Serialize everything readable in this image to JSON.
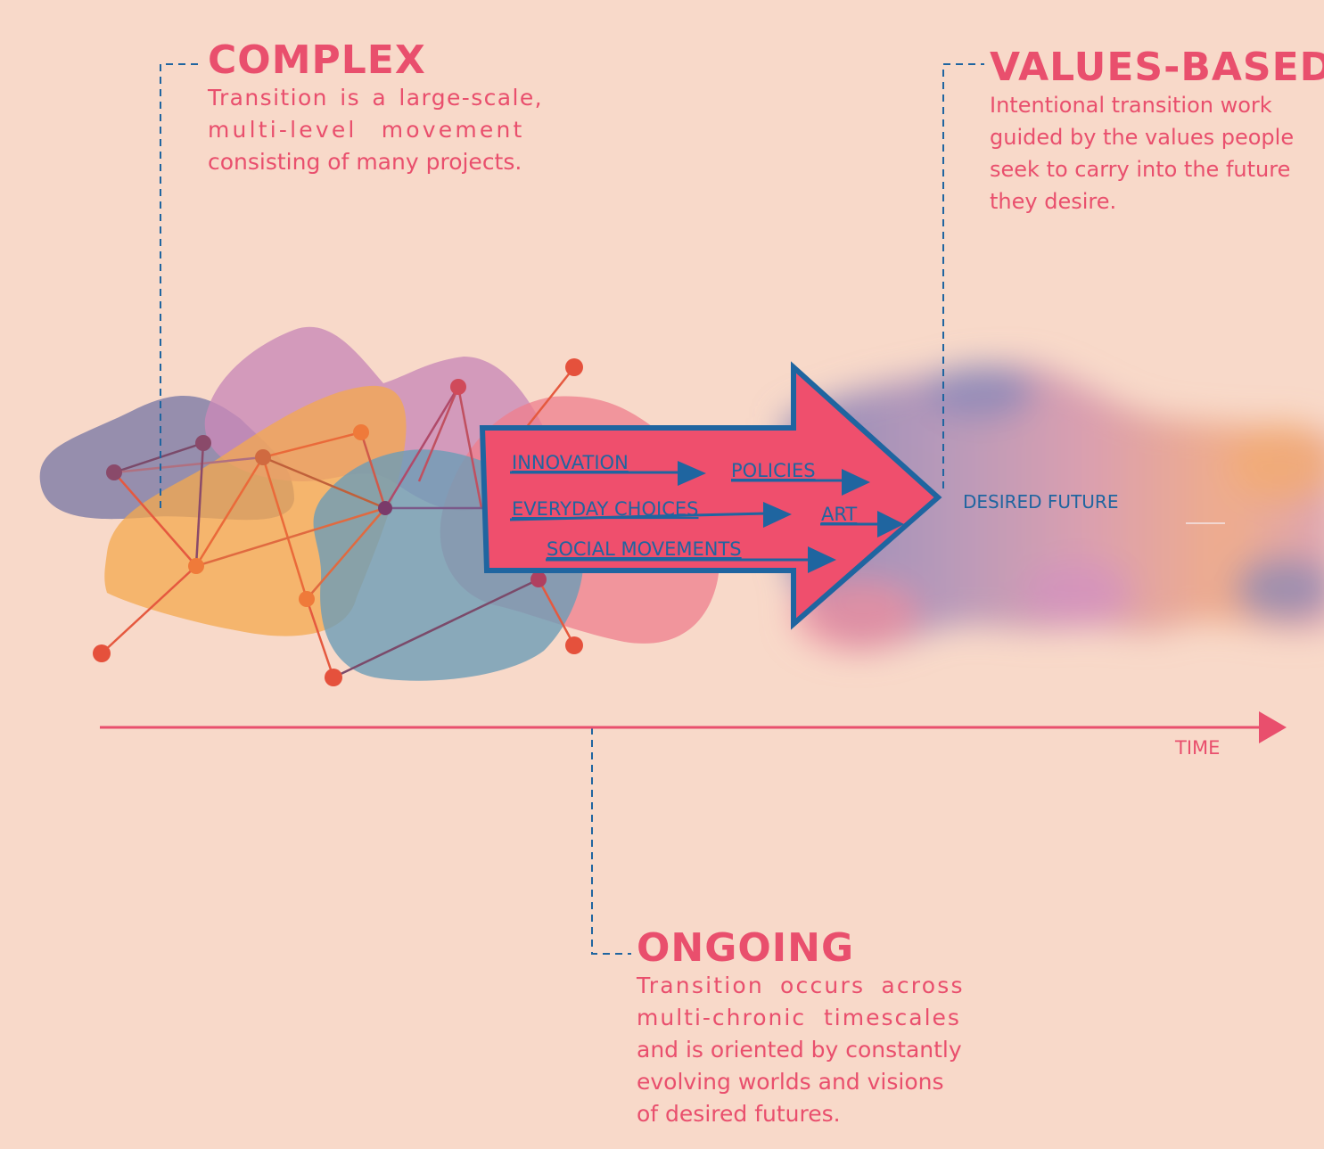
{
  "complex": {
    "title": "COMPLEX",
    "lines": [
      "Transition is a large-scale,",
      "multi-level movement",
      "consisting of many projects."
    ]
  },
  "values_based": {
    "title": "VALUES-BASED",
    "lines": [
      "Intentional transition work",
      "guided by the values people",
      "seek to carry into the future",
      "they desire."
    ]
  },
  "ongoing": {
    "title": "ONGOING",
    "lines": [
      "Transition occurs across",
      "multi-chronic timescales",
      "and is oriented by constantly",
      "evolving worlds and visions",
      "of desired futures."
    ]
  },
  "arrow_labels": {
    "innovation": "INNOVATION",
    "policies": "POLICIES",
    "everyday_choices": "EVERYDAY CHOICES",
    "art": "ART",
    "social_movements": "SOCIAL MOVEMENTS"
  },
  "desired_future": "DESIRED FUTURE",
  "time_axis": "TIME",
  "colors": {
    "background": "#f8d9c9",
    "accent_pink": "#e94f6d",
    "blue": "#1f65a0",
    "orange": "#f4a84d",
    "purple": "#7d7aa6",
    "magenta": "#c98ab8",
    "slate_blue": "#6d9cb6",
    "node_red": "#e5513c"
  }
}
